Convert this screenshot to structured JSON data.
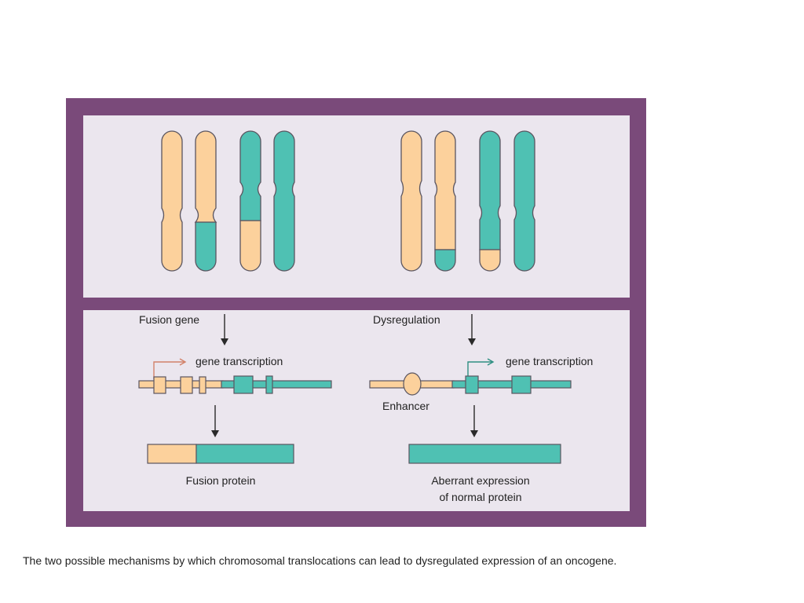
{
  "colors": {
    "frame": "#7a4a7a",
    "panel": "#ebe6ee",
    "peach": "#fcd19c",
    "teal": "#4fc1b3",
    "outline": "#5a5560",
    "arrow_dark": "#2a2a2a",
    "arrow_peach": "#d2826a",
    "arrow_teal": "#2f8f82"
  },
  "left": {
    "header": "Fusion gene",
    "transcription_label": "gene transcription",
    "product_label": "Fusion protein"
  },
  "right": {
    "header": "Dysregulation",
    "transcription_label": "gene transcription",
    "enhancer_label": "Enhancer",
    "product_label_line1": "Aberrant expression",
    "product_label_line2": "of normal protein"
  },
  "caption": "The two possible mechanisms by which chromosomal translocations can lead to dysregulated expression of an oncogene."
}
